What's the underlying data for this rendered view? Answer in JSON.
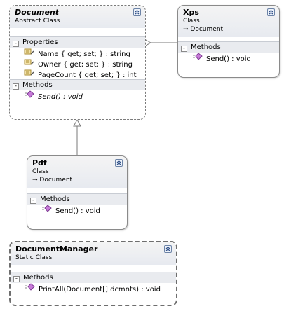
{
  "classes": {
    "document": {
      "name": "Document",
      "stereotype": "Abstract Class",
      "sections": {
        "properties": "Properties",
        "methods": "Methods"
      },
      "properties": [
        "Name { get; set; } : string",
        "Owner { get; set; } : string",
        "PageCount { get; set; } : int"
      ],
      "methods": [
        "Send() : void"
      ]
    },
    "xps": {
      "name": "Xps",
      "stereotype": "Class",
      "base": "Document",
      "sections": {
        "methods": "Methods"
      },
      "methods": [
        "Send() : void"
      ]
    },
    "pdf": {
      "name": "Pdf",
      "stereotype": "Class",
      "base": "Document",
      "sections": {
        "methods": "Methods"
      },
      "methods": [
        "Send() : void"
      ]
    },
    "documentManager": {
      "name": "DocumentManager",
      "stereotype": "Static Class",
      "sections": {
        "methods": "Methods"
      },
      "methods": [
        "PrintAll(Document[] dcmnts) : void"
      ]
    }
  },
  "icons": {
    "collapse": "double-chevron-up-icon",
    "property": "property-icon",
    "method": "method-icon",
    "inherit": "inherit-arrow-icon"
  },
  "colors": {
    "header_gradient_top": "#f4f4f4",
    "section_bg": "#e9ebef",
    "method_icon": "#b85ad0",
    "property_icon": "#c89a2e"
  }
}
